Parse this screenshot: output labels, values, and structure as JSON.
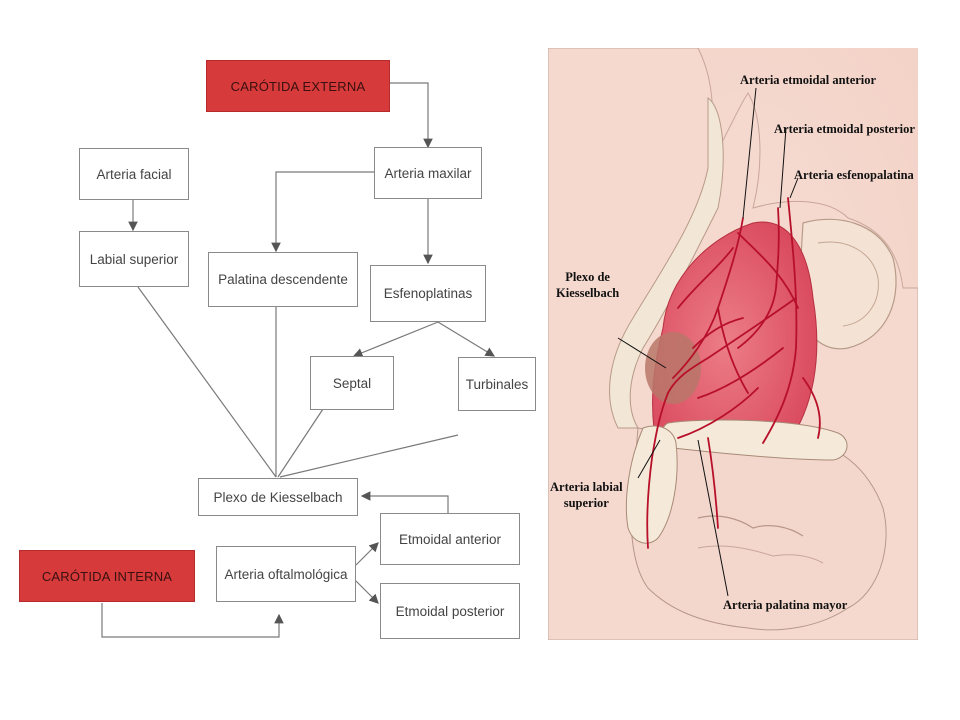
{
  "flowchart": {
    "nodes": {
      "carotida_externa": "CARÓTIDA EXTERNA",
      "arteria_facial": "Arteria facial",
      "arteria_maxilar": "Arteria maxilar",
      "labial_superior": "Labial superior",
      "palatina_descendente": "Palatina descendente",
      "esfenoplatinas": "Esfenoplatinas",
      "septal": "Septal",
      "turbinales": "Turbinales",
      "plexo_kiesselbach": "Plexo de Kiesselbach",
      "etmoidal_anterior": "Etmoidal anterior",
      "carotida_interna": "CARÓTIDA INTERNA",
      "arteria_oftalmologica": "Arteria oftalmológica",
      "etmoidal_posterior": "Etmoidal posterior"
    },
    "colors": {
      "red_box": "#d63a3a",
      "border": "#8a8a8a",
      "line": "#7a7a7a"
    }
  },
  "anatomy": {
    "labels": {
      "etmoidal_anterior": "Arteria etmoidal anterior",
      "etmoidal_posterior": "Arteria etmoidal posterior",
      "esfenopalatina": "Arteria esfenopalatina",
      "plexo_line1": "Plexo de",
      "plexo_line2": "Kiesselbach",
      "labial_line1": "Arteria labial",
      "labial_line2": "superior",
      "palatina_mayor": "Arteria palatina mayor"
    },
    "colors": {
      "tissue": "#f3c9bf",
      "mucosa": "#e0556a",
      "vessel": "#b8102a",
      "bone": "#f2e6d6"
    }
  }
}
